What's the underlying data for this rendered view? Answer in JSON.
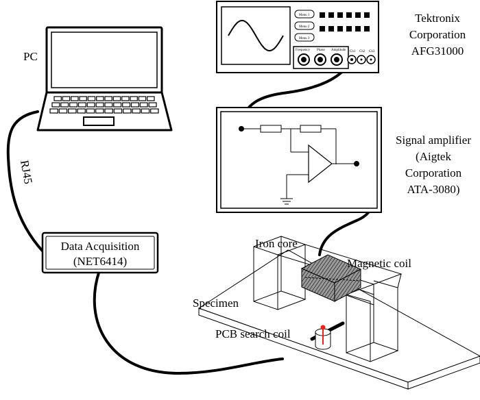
{
  "labels": {
    "pc": "PC",
    "rj45": "RJ45",
    "generator_line1": "Tektronix",
    "generator_line2": "Corporation",
    "generator_line3": "AFG31000",
    "amplifier_line1": "Signal amplifier",
    "amplifier_line2": "(Aigtek",
    "amplifier_line3": "Corporation",
    "amplifier_line4": "ATA-3080)",
    "daq_line1": "Data Acquisition",
    "daq_line2": "(NET6414)",
    "iron_core": "Iron core",
    "magnetic_coil": "Magnetic coil",
    "specimen": "Specimen",
    "pcb_search_coil": "PCB search coil"
  },
  "generator_panel": {
    "menu_buttons": [
      "Menu 1",
      "Menu 2",
      "Menu 3"
    ],
    "knob_labels": [
      "Frequency",
      "Phase",
      "Amplitude"
    ],
    "channel_labels": [
      "Ch1",
      "Ch2",
      "Ch3"
    ]
  }
}
